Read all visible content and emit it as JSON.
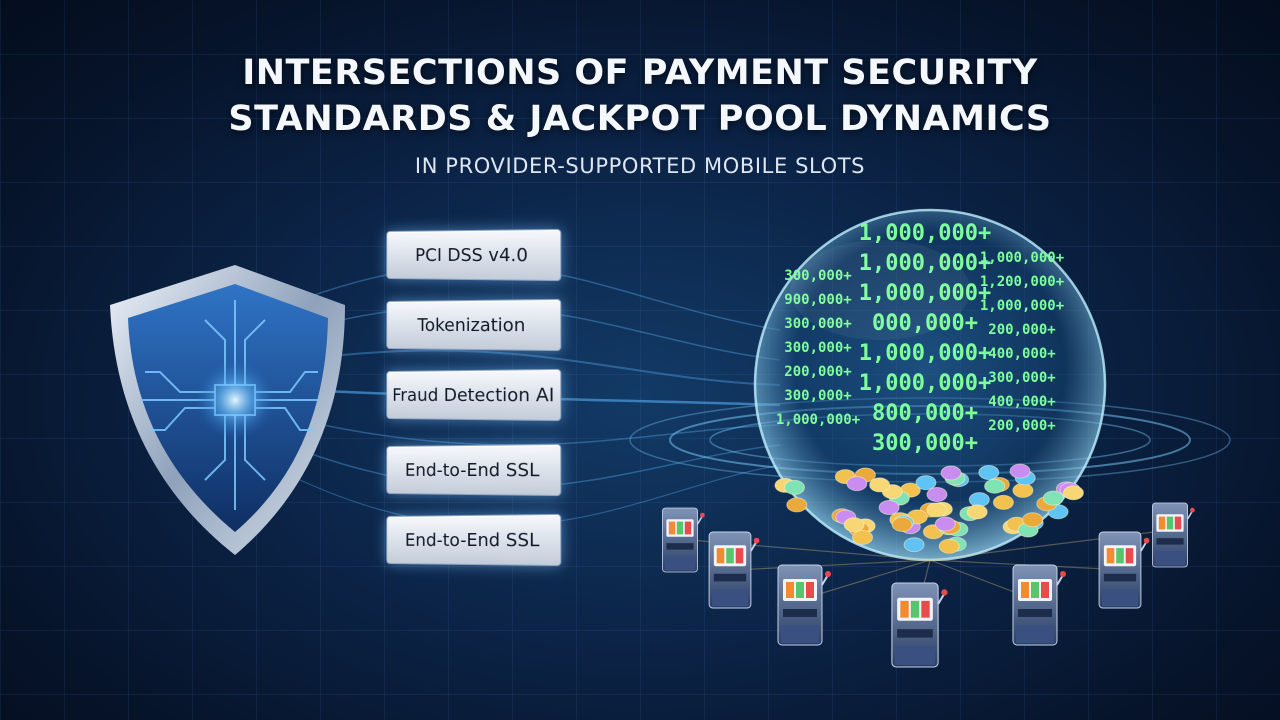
{
  "title": {
    "line1": "INTERSECTIONS OF PAYMENT SECURITY",
    "line2": "STANDARDS & JACKPOT POOL DYNAMICS",
    "subtitle": "IN PROVIDER-SUPPORTED MOBILE SLOTS"
  },
  "security_items": [
    "PCI DSS v4.0",
    "Tokenization",
    "Fraud Detection AI",
    "End-to-End SSL",
    "End-to-End SSL"
  ],
  "jackpot_sphere": {
    "center_values": [
      "1,000,000+",
      "1,000,000+",
      "1,000,000+",
      "000,000+",
      "1,000,000+",
      "1,000,000+",
      "800,000+",
      "300,000+"
    ],
    "left_values": [
      "300,000+",
      "900,000+",
      "300,000+",
      "300,000+",
      "200,000+",
      "300,000+",
      "1,000,000+"
    ],
    "right_values": [
      "1,000,000+",
      "1,200,000+",
      "1,000,000+",
      "200,000+",
      "400,000+",
      "300,000+",
      "400,000+",
      "200,000+"
    ]
  },
  "colors": {
    "shield_blue": "#1f5fb0",
    "circuit_glow": "#7cc8ff",
    "jackpot_green": "#7dff9a",
    "coin_gold": "#f2c14e",
    "title_white": "#f4f7fb"
  },
  "icons": {
    "shield": "shield-circuit-icon",
    "sphere": "jackpot-sphere",
    "machine": "slot-machine-icon"
  }
}
